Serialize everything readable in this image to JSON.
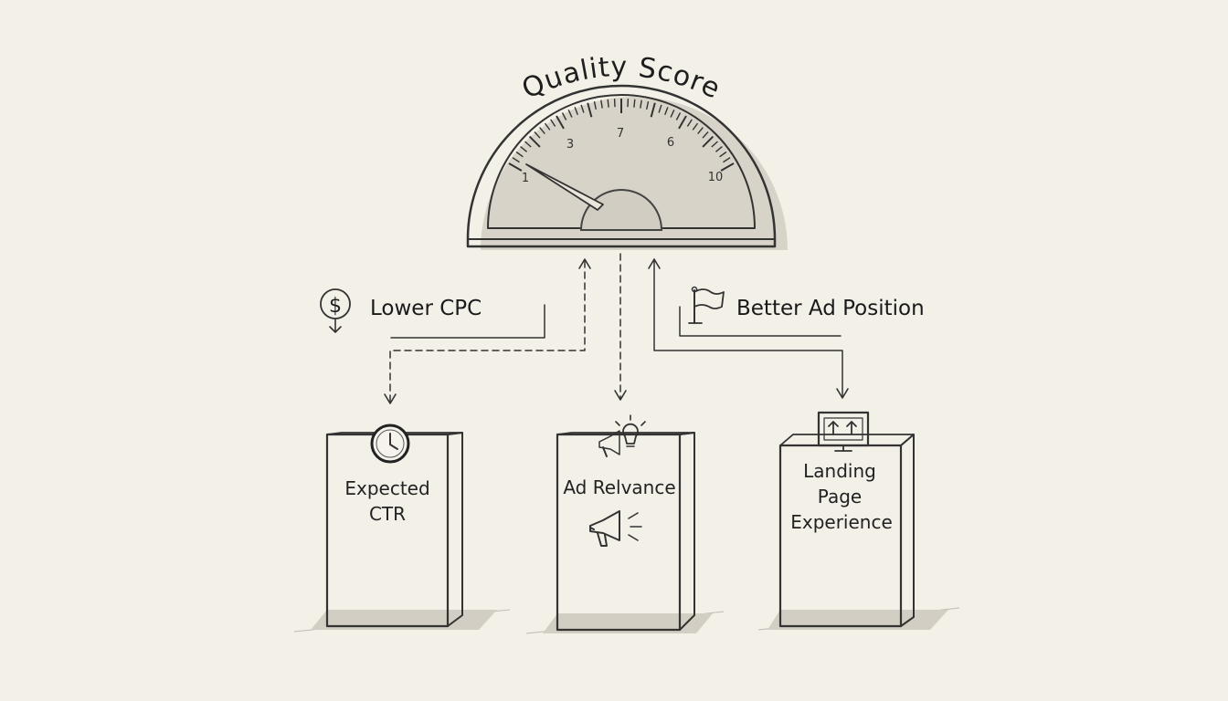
{
  "title": "Quality Score",
  "gauge": {
    "ticks": [
      "1",
      "3",
      "7",
      "6",
      "10"
    ],
    "needle_value": 1
  },
  "benefits": {
    "left": "Lower CPC",
    "right": "Better Ad Position"
  },
  "factors": [
    {
      "label_lines": [
        "Expected",
        "CTR"
      ],
      "icon": "clock-icon"
    },
    {
      "label_lines": [
        "Ad Relvance"
      ],
      "icon": "megaphone-lightbulb-icon"
    },
    {
      "label_lines": [
        "Landing",
        "Page",
        "Experience"
      ],
      "icon": "monitor-arrows-icon"
    }
  ],
  "icons": {
    "left_benefit": "dollar-down-icon",
    "right_benefit": "flag-icon",
    "box_inner": "megaphone-icon"
  },
  "colors": {
    "background": "#f3f0e7",
    "ink": "#333333",
    "shadow": "#cfcac0"
  }
}
